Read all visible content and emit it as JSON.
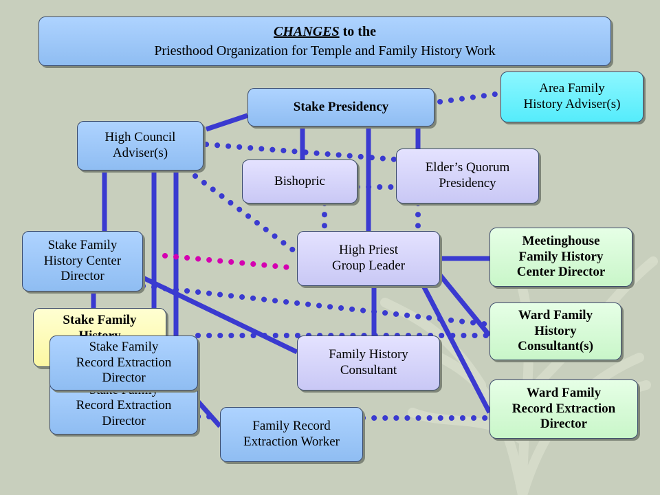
{
  "title": {
    "emphasis": "CHANGES",
    "rest": " to the",
    "subtitle": "Priesthood Organization for Temple and Family History Work"
  },
  "nodes": {
    "stake_presidency": [
      "Stake Presidency"
    ],
    "area_adviser": [
      "Area Family",
      "History Adviser(s)"
    ],
    "high_council": [
      "High Council",
      "Adviser(s)"
    ],
    "bishopric": [
      "Bishopric"
    ],
    "elders_quorum": [
      "Elder’s Quorum",
      "Presidency"
    ],
    "stake_center_director": [
      "Stake Family",
      "History Center",
      "Director"
    ],
    "high_priest": [
      "High Priest",
      "Group Leader"
    ],
    "meetinghouse_director": [
      "Meetinghouse",
      "Family History",
      "Center Director"
    ],
    "stake_family_history": [
      "Stake Family",
      "History"
    ],
    "ward_consultant": [
      "Ward Family",
      "History",
      "Consultant(s)"
    ],
    "stake_extraction_back": [
      "Stake Family",
      "Record Extraction",
      "Director"
    ],
    "stake_extraction_front": [
      "Stake Family",
      "Record Extraction",
      "Director"
    ],
    "fh_consultant": [
      "Family History",
      "Consultant"
    ],
    "ward_extraction": [
      "Ward Family",
      "Record Extraction",
      "Director"
    ],
    "record_worker": [
      "Family Record",
      "Extraction Worker"
    ]
  },
  "colors": {
    "background": "#c8cfbd",
    "connector": "#3a3ad0",
    "dotted_highlight": "#d400b0",
    "box_blue": "#9fc8fa",
    "box_lavender": "#d6d5fb",
    "box_cyan": "#6ff2fd",
    "box_green": "#d8fad8",
    "box_yellow": "#fcf9b8"
  }
}
